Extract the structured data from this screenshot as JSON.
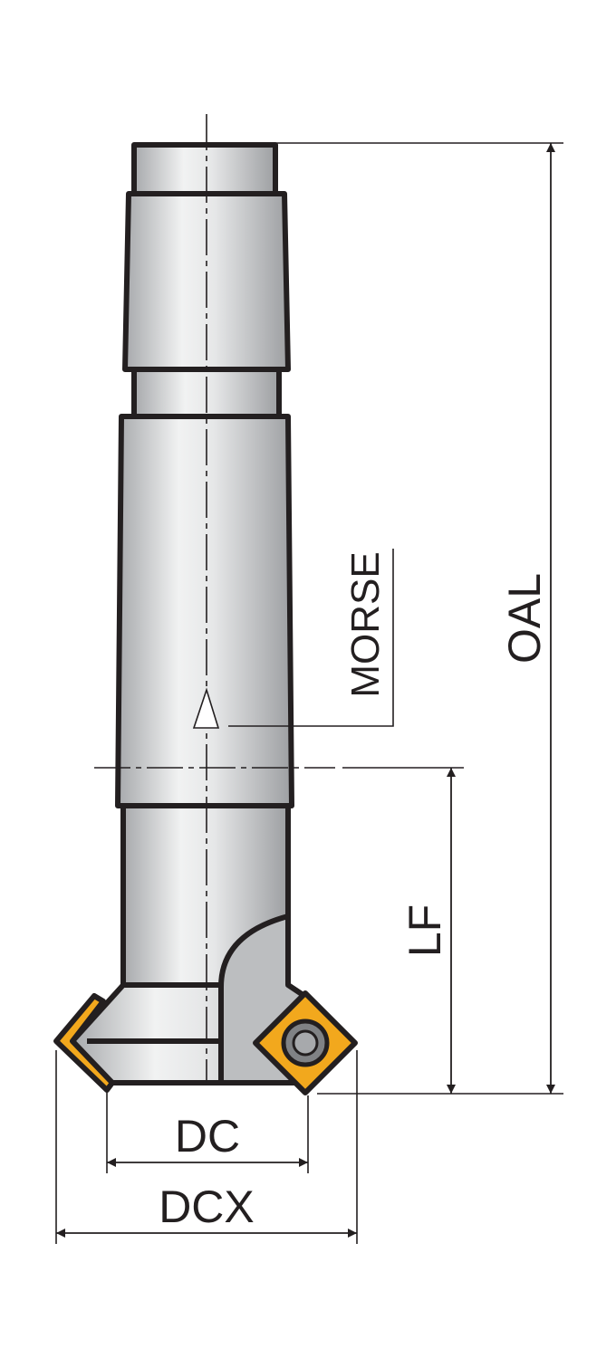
{
  "labels": {
    "oal": "OAL",
    "morse": "MORSE",
    "lf": "LF",
    "dc": "DC",
    "dcx": "DCX"
  },
  "colors": {
    "outline": "#231f20",
    "body_light": "#e6e7e8",
    "body_mid": "#bcbec0",
    "insert": "#f2a81d",
    "screw": "#808285"
  }
}
